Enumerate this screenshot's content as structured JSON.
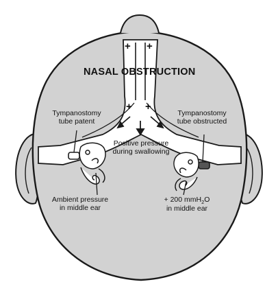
{
  "title": "NASAL OBSTRUCTION",
  "labels": {
    "left_top": [
      "Tympanostomy",
      "tube patent"
    ],
    "right_top": [
      "Tympanostomy",
      "tube obstructed"
    ],
    "center": [
      "Positive pressure",
      "during swallowing"
    ],
    "left_bottom": [
      "Ambient pressure",
      "in middle ear"
    ],
    "right_bottom_line1": "+ 200 mmH",
    "right_bottom_sub": "2",
    "right_bottom_line1_end": "O",
    "right_bottom_line2": "in middle ear"
  },
  "pressure_signs": [
    "+",
    "+",
    "+",
    "+"
  ],
  "colors": {
    "head_fill": "#d2d2d2",
    "outline": "#1a1a1a",
    "airway": "#ffffff",
    "background": "#ffffff"
  }
}
